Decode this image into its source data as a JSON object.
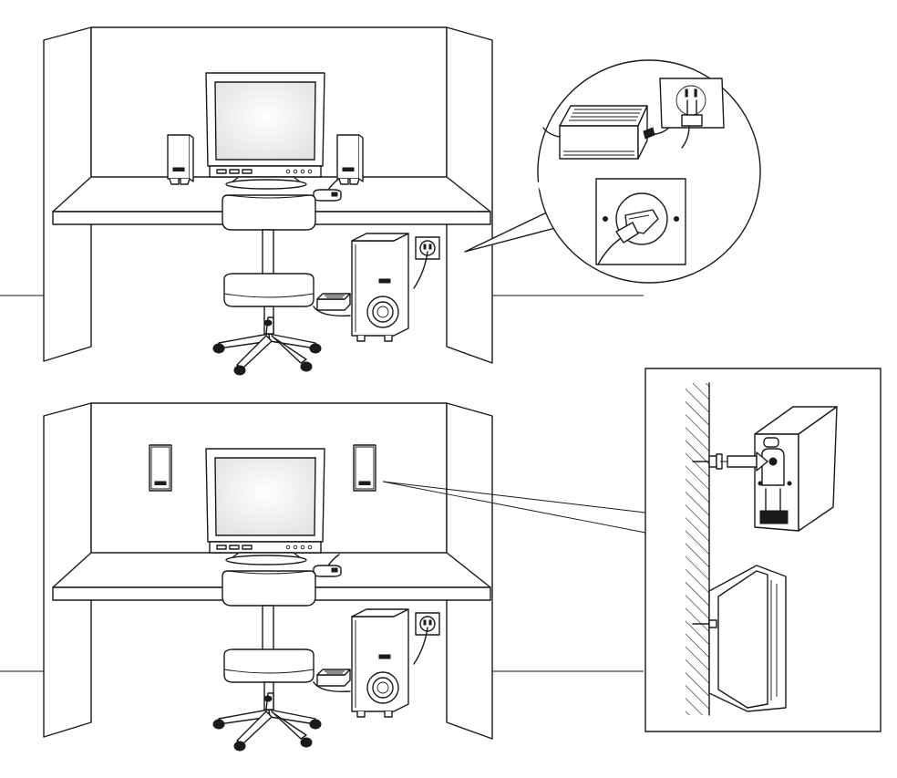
{
  "figure": {
    "panels": [
      {
        "id": "desk-setup-speakers-on-desk",
        "callout": "power-adapter-and-wall-socket"
      },
      {
        "id": "desk-setup-speakers-wall-mounted",
        "callout": "speaker-wall-mounting"
      }
    ],
    "icons": [
      "monitor-icon",
      "speaker-icon",
      "subwoofer-icon",
      "office-chair-icon",
      "wall-socket-icon",
      "power-adapter-icon",
      "plug-icon",
      "screw-icon",
      "wall-icon"
    ],
    "colors": {
      "line": "#1a1a1a",
      "background": "#ffffff",
      "screen": "#eeeeee"
    }
  }
}
